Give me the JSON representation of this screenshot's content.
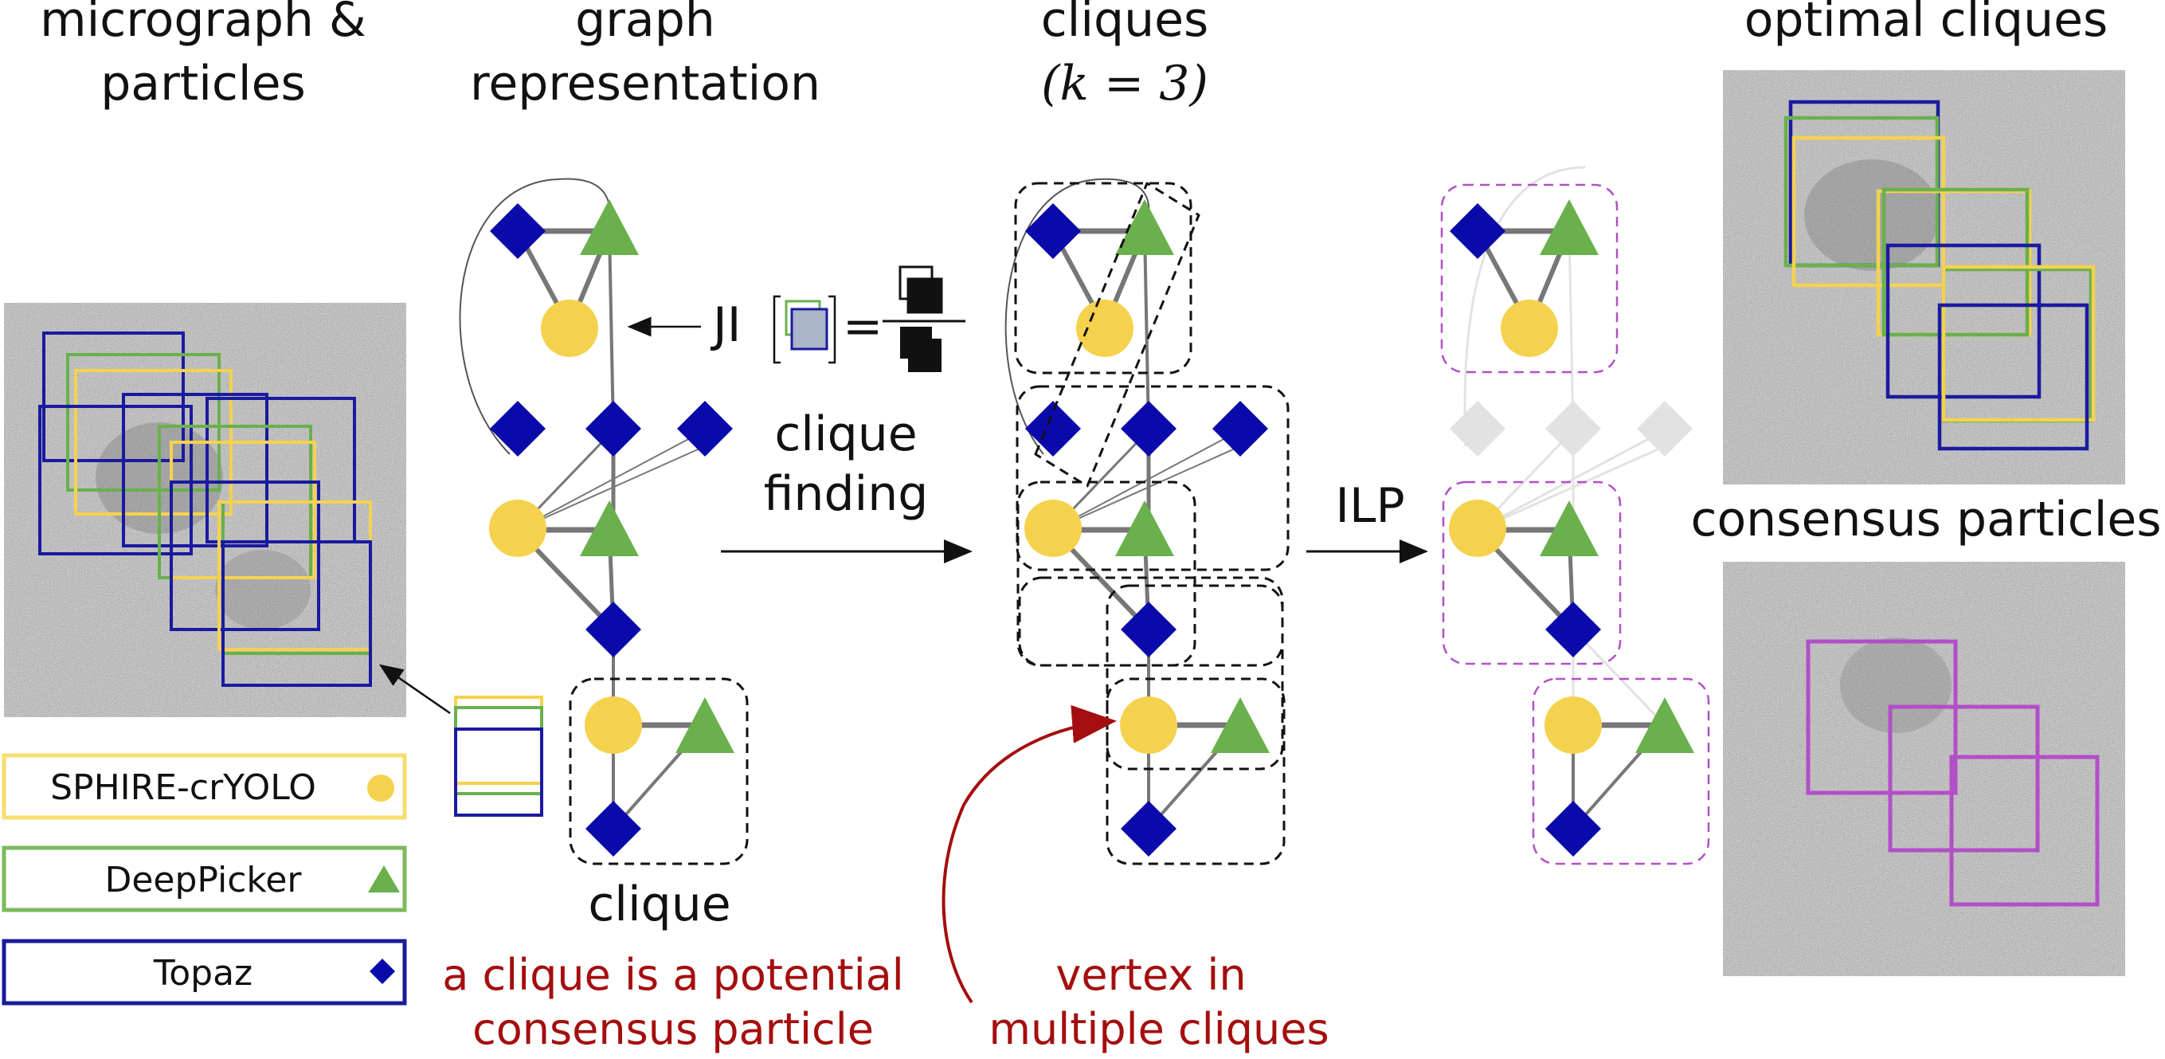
{
  "titles": {
    "col1_line1": "micrograph &",
    "col1_line2": "particles",
    "col2_line1": "graph",
    "col2_line2": "representation",
    "col3_line1": "cliques",
    "col3_line2": "(k = 3)",
    "col4": "optimal cliques",
    "col5": "consensus particles"
  },
  "labels": {
    "ji": "JI",
    "clique_finding_1": "clique",
    "clique_finding_2": "finding",
    "ilp": "ILP",
    "clique": "clique",
    "note_clique_1": "a clique is a potential",
    "note_clique_2": "consensus particle",
    "note_vertex_1": "vertex in",
    "note_vertex_2": "multiple cliques"
  },
  "legend": [
    {
      "name": "SPHIRE-crYOLO",
      "shape": "circle",
      "color": "#f5d24e",
      "border": "#f6de6c"
    },
    {
      "name": "DeepPicker",
      "shape": "triangle",
      "color": "#6ab04c",
      "border": "#7cba5c"
    },
    {
      "name": "Topaz",
      "shape": "diamond",
      "color": "#0a0aaa",
      "border": "#1a1a9c"
    }
  ],
  "colors": {
    "crYOLO": "#f5d24e",
    "deeppicker": "#6ab04c",
    "topaz": "#0a0aaa",
    "consensus": "#b24fc8",
    "annotation": "#a50e0e",
    "faded": "#e2e2e2"
  },
  "icons": [
    "circle-node-icon",
    "triangle-node-icon",
    "diamond-node-icon",
    "arrow-icon"
  ]
}
